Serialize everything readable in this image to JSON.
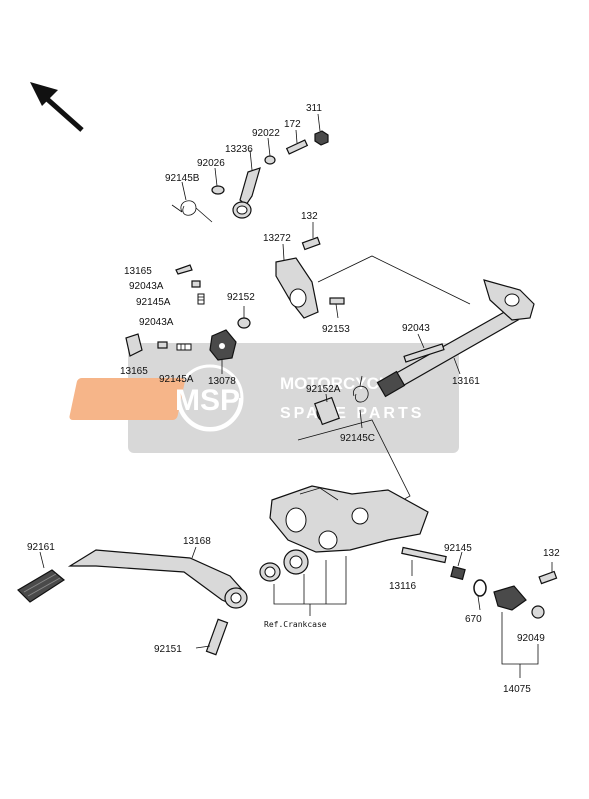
{
  "labels": {
    "p311": "311",
    "p172": "172",
    "p92022": "92022",
    "p13236": "13236",
    "p92026": "92026",
    "p92145B": "92145B",
    "p132_top": "132",
    "p13272": "13272",
    "p13165_top": "13165",
    "p92043A_top": "92043A",
    "p92145A_top": "92145A",
    "p92152": "92152",
    "p92043A_mid": "92043A",
    "p92153": "92153",
    "p92043": "92043",
    "p13165_bot": "13165",
    "p92145A_bot": "92145A",
    "p13078": "13078",
    "p92152A": "92152A",
    "p13161": "13161",
    "p92145C": "92145C",
    "p92161": "92161",
    "p13168": "13168",
    "p92145": "92145",
    "p132_bot": "132",
    "p13116": "13116",
    "p670": "670",
    "p92049": "92049",
    "p92151": "92151",
    "p14075": "14075",
    "ref_crankcase": "Ref.Crankcase"
  },
  "watermark": {
    "logo": "MSP",
    "line1": "MOTORCYCLE",
    "line2": "SPARE PARTS"
  },
  "colors": {
    "watermark_band": "#c8c8c8",
    "logo_orange": "#f07a2a"
  },
  "icons": {
    "direction_arrow": "front-direction-arrow-icon"
  }
}
